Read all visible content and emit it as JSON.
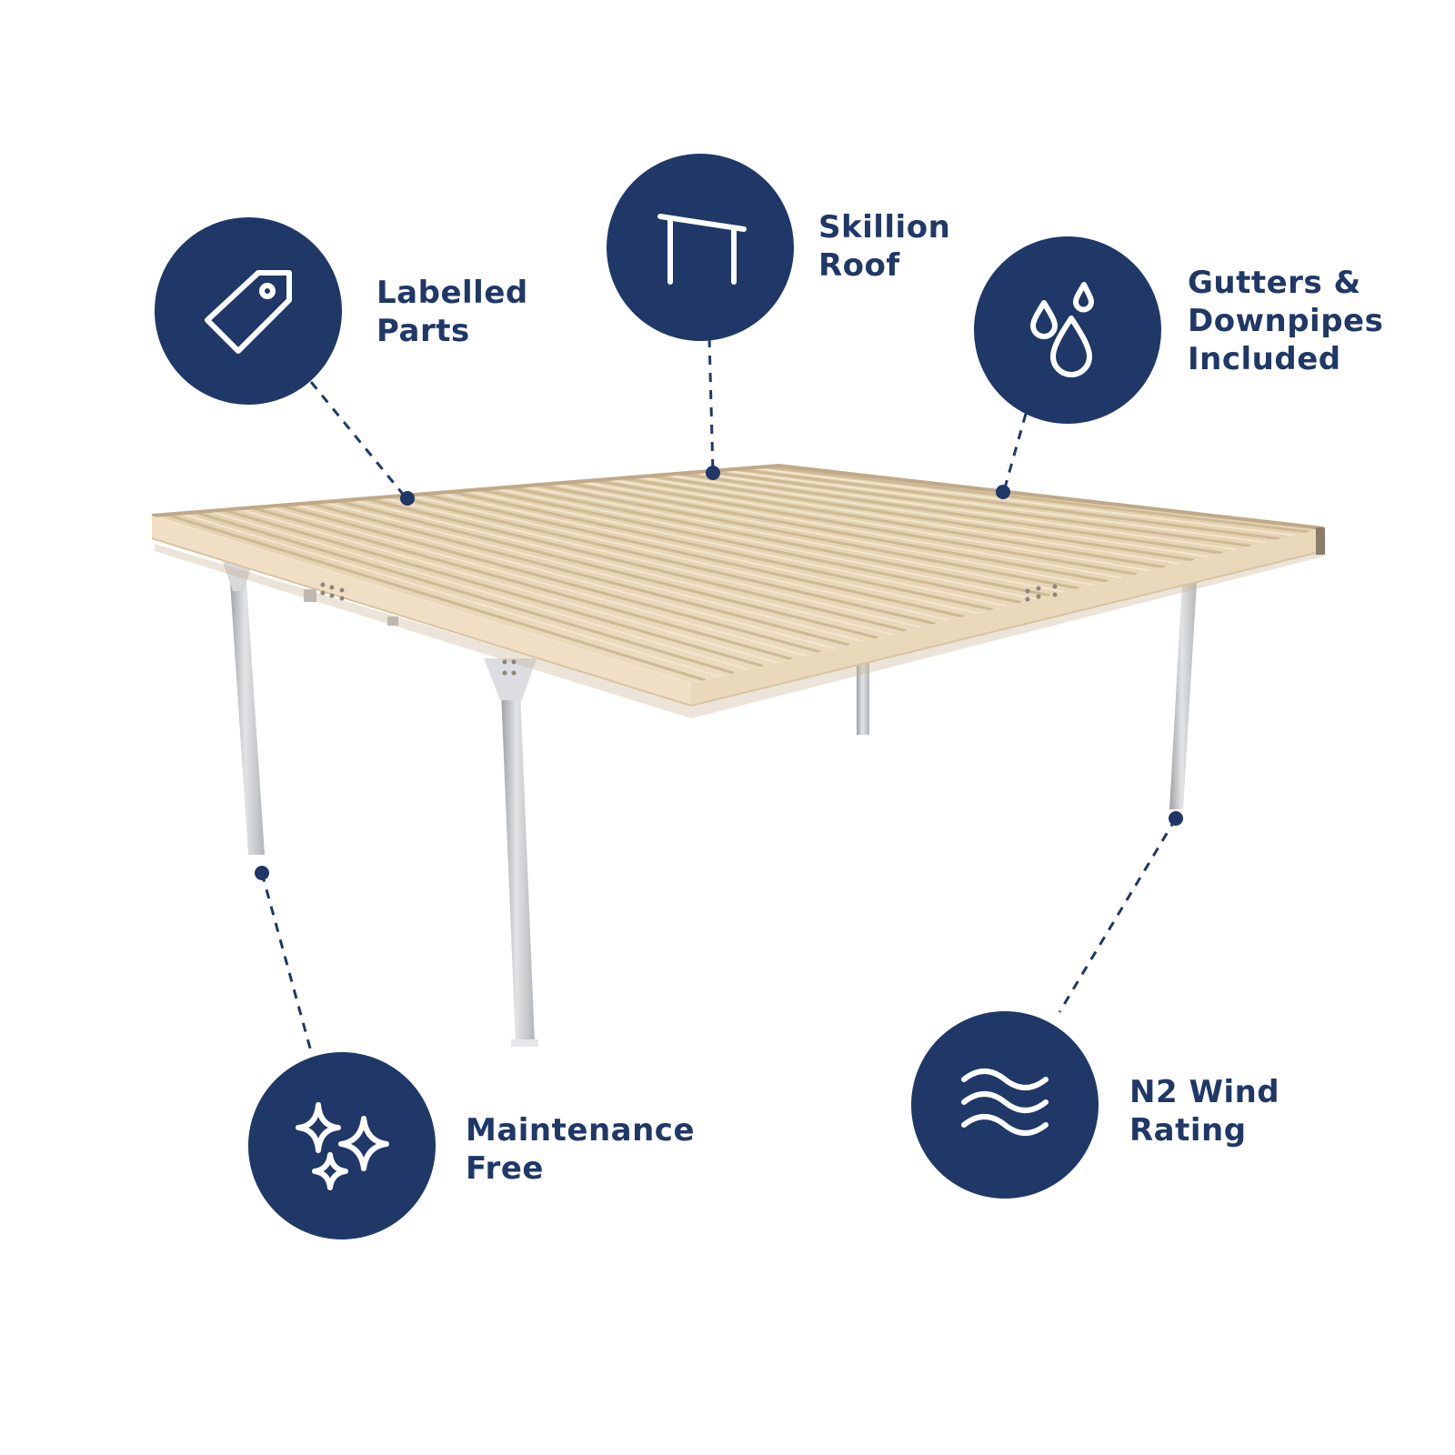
{
  "colors": {
    "badge_fill": "#1f3868",
    "icon_stroke": "#ffffff",
    "label_text": "#1f3868",
    "roof_sheet": "#e7d6b9",
    "roof_edge": "#f0dfc3",
    "post": "#c9cbcd"
  },
  "image": {
    "subject": "carport-illustration"
  },
  "features": [
    {
      "id": "labelled-parts",
      "icon": "tag-icon",
      "lines": [
        "Labelled",
        "Parts"
      ]
    },
    {
      "id": "skillion-roof",
      "icon": "skillion-roof-icon",
      "lines": [
        "Skillion",
        "Roof"
      ]
    },
    {
      "id": "gutters-downpipes",
      "icon": "water-drops-icon",
      "lines": [
        "Gutters &",
        "Downpipes",
        "Included"
      ]
    },
    {
      "id": "maintenance-free",
      "icon": "sparkles-icon",
      "lines": [
        "Maintenance",
        "Free"
      ]
    },
    {
      "id": "wind-rating",
      "icon": "wind-waves-icon",
      "lines": [
        "N2 Wind",
        "Rating"
      ]
    }
  ]
}
